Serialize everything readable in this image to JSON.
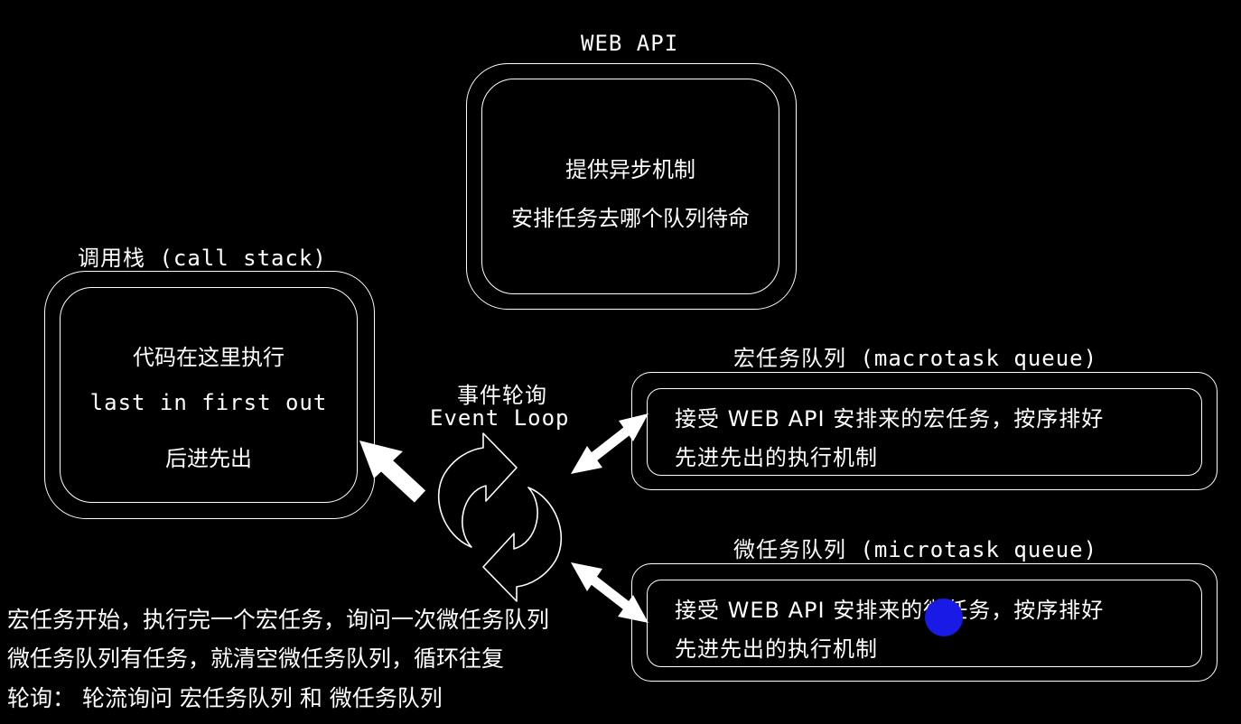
{
  "web_api": {
    "title": "WEB API",
    "line1": "提供异步机制",
    "line2": "安排任务去哪个队列待命"
  },
  "call_stack": {
    "title": "调用栈 (call stack)",
    "line1": "代码在这里执行",
    "line2": "last in first out",
    "line3": "后进先出"
  },
  "event_loop": {
    "title_cn": "事件轮询",
    "title_en": "Event Loop",
    "icon": "refresh-cycle-icon"
  },
  "macrotask": {
    "title": "宏任务队列 (macrotask queue)",
    "line1": "接受 WEB API 安排来的宏任务，按序排好",
    "line2": "先进先出的执行机制"
  },
  "microtask": {
    "title": "微任务队列 (microtask queue)",
    "line1": "接受 WEB API 安排来的微任务，按序排好",
    "line2": "先进先出的执行机制"
  },
  "notes": {
    "line1": "宏任务开始，执行完一个宏任务，询问一次微任务队列",
    "line2": "微任务队列有任务，就清空微任务队列，循环往复",
    "line3": "轮询：  轮流询问 宏任务队列 和 微任务队列"
  },
  "colors": {
    "background": "#000000",
    "stroke": "#ffffff",
    "cursor": "#1a1ae6"
  }
}
